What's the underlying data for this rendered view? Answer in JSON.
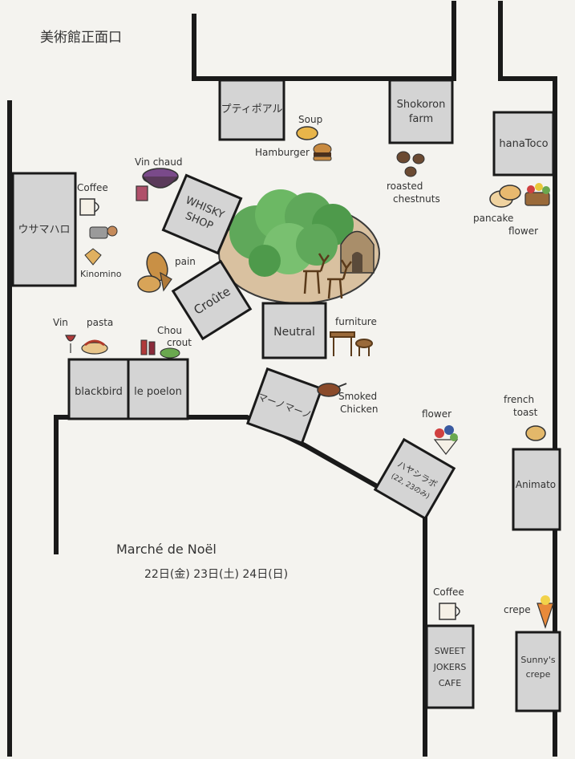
{
  "entrance": "美術館正面口",
  "title": "Marché de Noël",
  "dates": "22日(金) 23日(土) 24日(日)",
  "booths": {
    "puti_poalu": "プティポアル",
    "shokoron_farm": [
      "Shokoron",
      "farm"
    ],
    "hanatoco": "hanaToco",
    "usamaharo": "ウサマハロ",
    "whisky_shop": [
      "WHISKY",
      "SHOP"
    ],
    "croute": "Croûte",
    "neutral": "Neutral",
    "blackbird": "blackbird",
    "le_poelon": "le poelon",
    "marmar": "マーノマーノ",
    "hayashi": [
      "ハヤシラボ",
      "(22, 23のみ)"
    ],
    "animato": "Animato",
    "sweet_jokers": [
      "SWEET",
      "JOKERS",
      "CAFE"
    ],
    "sunnys_crepe": [
      "Sunny's",
      "crepe"
    ]
  },
  "items": {
    "soup": "Soup",
    "hamburger": "Hamburger",
    "roasted_chestnuts": [
      "roasted",
      "chestnuts"
    ],
    "pancake": "pancake",
    "flower_top": "flower",
    "vin_chaud": "Vin chaud",
    "coffee_left": "Coffee",
    "kinomino": "Kinomino",
    "pain": "pain",
    "vin": "Vin",
    "pasta": "pasta",
    "choucrout": [
      "Chou",
      "crout"
    ],
    "furniture": "furniture",
    "smoked_chicken": [
      "Smoked",
      "Chicken"
    ],
    "flower_mid": "flower",
    "french_toast": [
      "french",
      "toast"
    ],
    "coffee_bottom": "Coffee",
    "crepe": "crepe"
  },
  "icons": [
    "soup-icon",
    "hamburger-icon",
    "chestnut-icon",
    "pancake-icon",
    "flower-basket-icon",
    "pot-icon",
    "coffee-cup-icon",
    "cookie-icon",
    "bread-icon",
    "wine-glass-icon",
    "pasta-icon",
    "bottle-icon",
    "furniture-icon",
    "smoked-chicken-icon",
    "flower-bouquet-icon",
    "french-toast-icon",
    "crepe-icon",
    "tree-icon",
    "deer-icon"
  ],
  "colors": {
    "booth": "#d4d4d4",
    "wall": "#1a1a1a",
    "tree": "#5fa85a",
    "plaza": "#d9c1a0"
  }
}
